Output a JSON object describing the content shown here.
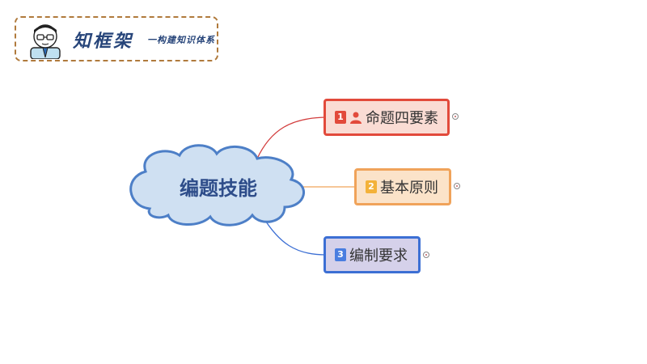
{
  "header": {
    "brand": "知框架",
    "tagline": "一构建知识体系"
  },
  "central": {
    "label": "编题技能"
  },
  "branches": [
    {
      "num": "1",
      "label": "命题四要素",
      "icon": "person-icon",
      "color": "#e24a3b"
    },
    {
      "num": "2",
      "label": "基本原则",
      "color": "#f0a35a"
    },
    {
      "num": "3",
      "label": "编制要求",
      "color": "#3c6fd4"
    }
  ]
}
